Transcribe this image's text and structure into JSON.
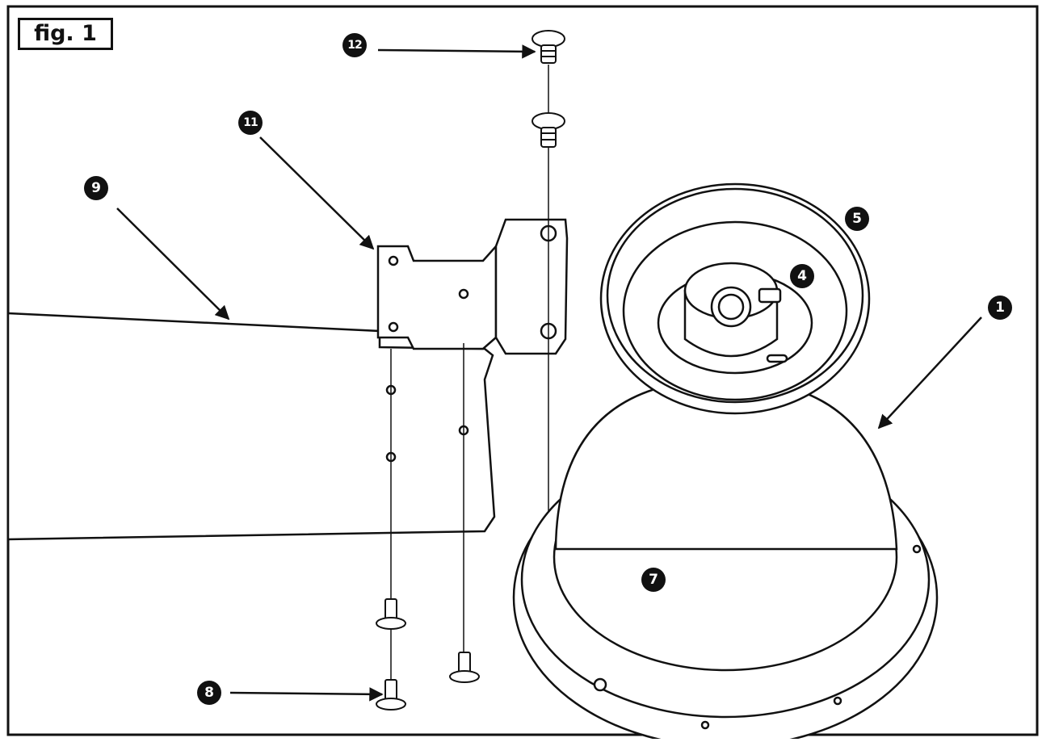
{
  "figure": {
    "label": "fig. 1",
    "callouts": [
      {
        "id": "1",
        "part": "motor-housing"
      },
      {
        "id": "4",
        "part": "motor-hub"
      },
      {
        "id": "5",
        "part": "switch-housing-ring"
      },
      {
        "id": "7",
        "part": "motor-dome"
      },
      {
        "id": "8",
        "part": "blade-screw"
      },
      {
        "id": "9",
        "part": "fan-blade"
      },
      {
        "id": "11",
        "part": "blade-arm"
      },
      {
        "id": "12",
        "part": "arm-screw"
      }
    ]
  }
}
